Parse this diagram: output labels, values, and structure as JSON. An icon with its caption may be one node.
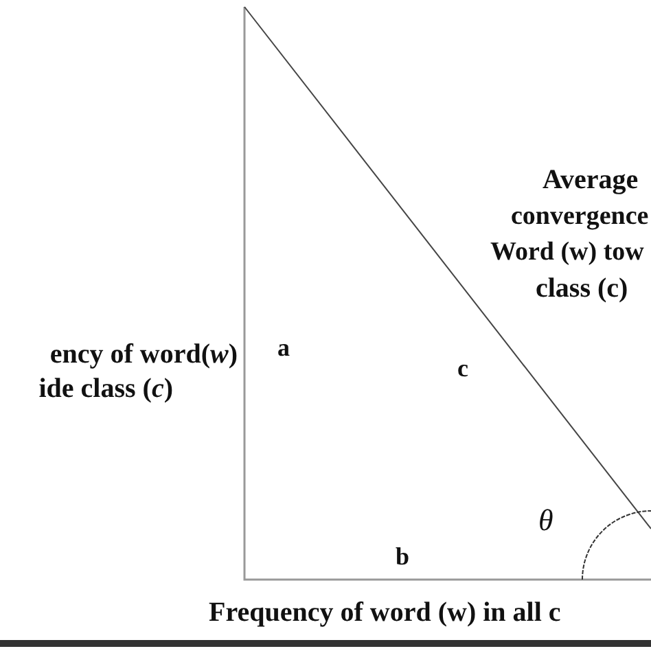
{
  "diagram": {
    "labels": [
      "Average",
      "convergence",
      "Word (w) tow",
      "class (c)",
      "ency of word(*w*)",
      "ide class (*c*)",
      "a",
      "c",
      "θ",
      "b",
      "Frequency of word (w) in all c"
    ]
  }
}
